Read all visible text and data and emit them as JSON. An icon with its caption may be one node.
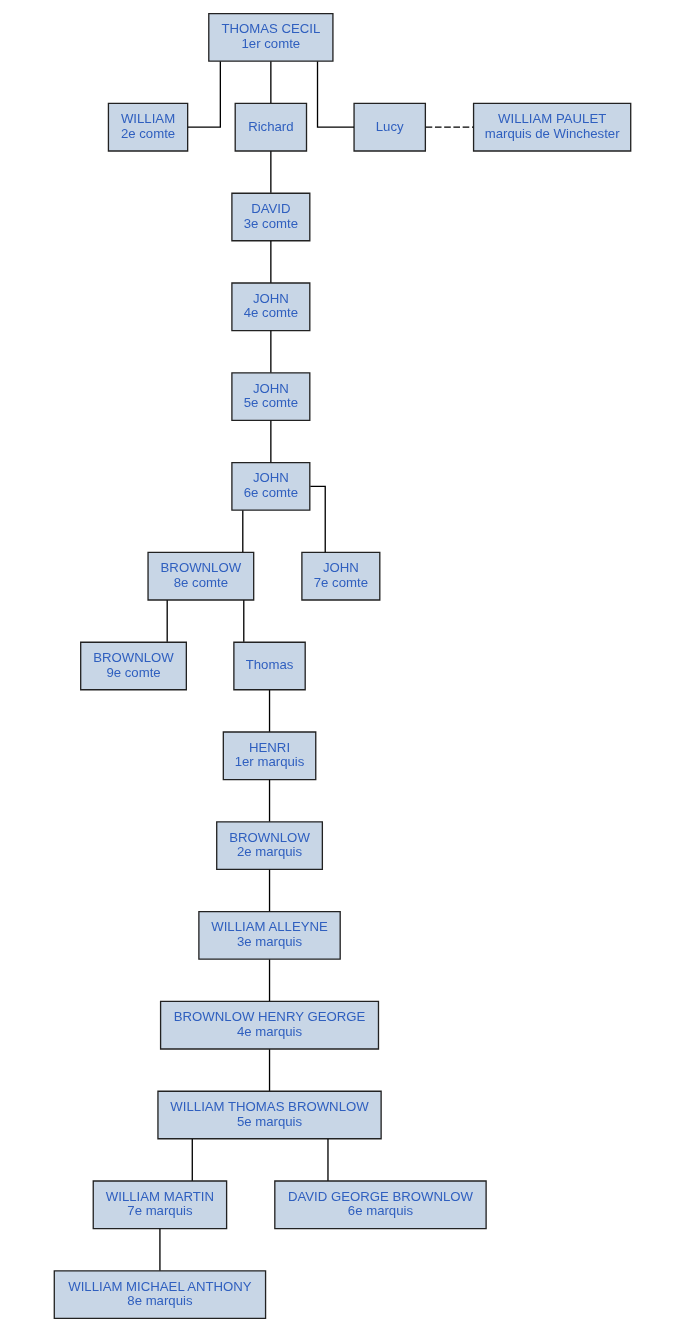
{
  "diagram": {
    "nodes": [
      {
        "text": [
          "THOMAS CECIL",
          "1er comte"
        ]
      },
      {
        "text": [
          "WILLIAM",
          "2e comte"
        ]
      },
      {
        "text": [
          "Richard"
        ]
      },
      {
        "text": [
          "Lucy"
        ]
      },
      {
        "text": [
          "WILLIAM PAULET",
          "marquis de Winchester"
        ]
      },
      {
        "text": [
          "DAVID",
          "3e comte"
        ]
      },
      {
        "text": [
          "JOHN",
          "4e comte"
        ]
      },
      {
        "text": [
          "JOHN",
          "5e comte"
        ]
      },
      {
        "text": [
          "JOHN",
          "6e comte"
        ]
      },
      {
        "text": [
          "BROWNLOW",
          "8e comte"
        ]
      },
      {
        "text": [
          "JOHN",
          "7e comte"
        ]
      },
      {
        "text": [
          "BROWNLOW",
          "9e comte"
        ]
      },
      {
        "text": [
          "Thomas"
        ]
      },
      {
        "text": [
          "HENRI",
          "1er marquis"
        ]
      },
      {
        "text": [
          "BROWNLOW",
          "2e marquis"
        ]
      },
      {
        "text": [
          "WILLIAM ALLEYNE",
          "3e marquis"
        ]
      },
      {
        "text": [
          "BROWNLOW HENRY GEORGE",
          "4e marquis"
        ]
      },
      {
        "text": [
          "WILLIAM THOMAS BROWNLOW",
          "5e marquis"
        ]
      },
      {
        "text": [
          "WILLIAM MARTIN",
          "7e marquis"
        ]
      },
      {
        "text": [
          "DAVID GEORGE BROWNLOW",
          "6e marquis"
        ]
      },
      {
        "text": [
          "WILLIAM MICHAEL ANTHONY",
          "8e marquis"
        ]
      }
    ],
    "edges": [
      {
        "from": 0,
        "to": 1,
        "arrow": "none"
      },
      {
        "from": 0,
        "to": 2,
        "arrow": "none"
      },
      {
        "from": 0,
        "to": 3,
        "arrow": "none"
      },
      {
        "from": 3,
        "to": 4,
        "arrow": "none",
        "style": "dashed"
      },
      {
        "from": 2,
        "to": 5,
        "arrow": "none"
      },
      {
        "from": 5,
        "to": 6,
        "arrow": "none"
      },
      {
        "from": 6,
        "to": 7,
        "arrow": "none"
      },
      {
        "from": 7,
        "to": 8,
        "arrow": "none"
      },
      {
        "from": 8,
        "to": 9,
        "arrow": "none"
      },
      {
        "from": 8,
        "to": 10,
        "arrow": "none"
      },
      {
        "from": 9,
        "to": 11,
        "arrow": "none"
      },
      {
        "from": 9,
        "to": 12,
        "arrow": "none"
      },
      {
        "from": 12,
        "to": 13,
        "arrow": "none"
      },
      {
        "from": 13,
        "to": 14,
        "arrow": "none"
      },
      {
        "from": 14,
        "to": 15,
        "arrow": "none"
      },
      {
        "from": 15,
        "to": 16,
        "arrow": "none"
      },
      {
        "from": 16,
        "to": 17,
        "arrow": "none"
      },
      {
        "from": 17,
        "to": 18,
        "arrow": "none"
      },
      {
        "from": 17,
        "to": 19,
        "arrow": "none"
      },
      {
        "from": 18,
        "to": 20,
        "arrow": "none"
      }
    ]
  }
}
